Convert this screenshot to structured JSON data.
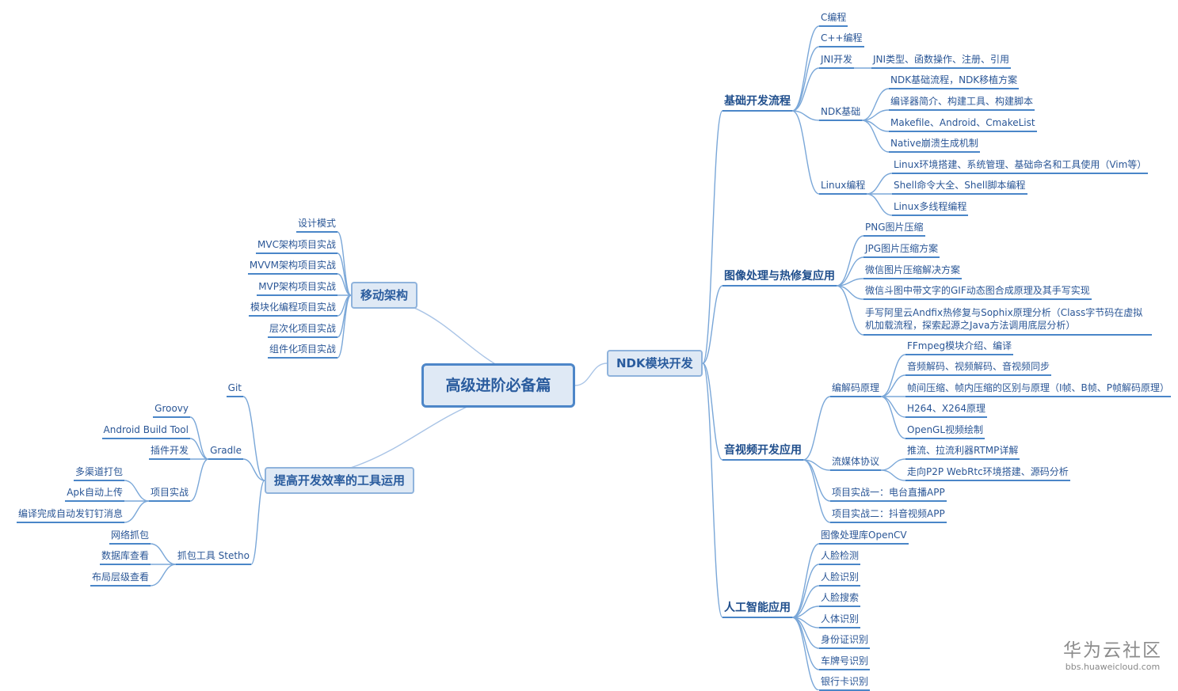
{
  "root": "高级进阶必备篇",
  "branches": {
    "ndk": {
      "label": "NDK模块开发",
      "basic": {
        "label": "基础开发流程",
        "items": [
          "C编程",
          "C++编程"
        ],
        "jni": {
          "label": "JNI开发",
          "child": "JNI类型、函数操作、注册、引用"
        },
        "ndk_basic": {
          "label": "NDK基础",
          "children": [
            "NDK基础流程，NDK移植方案",
            "编译器简介、构建工具、构建脚本",
            "Makefile、Android、CmakeList",
            "Native崩溃生成机制"
          ]
        },
        "linux": {
          "label": "Linux编程",
          "children": [
            "Linux环境搭建、系统管理、基础命名和工具使用（Vim等）",
            "Shell命令大全、Shell脚本编程",
            "Linux多线程编程"
          ]
        }
      },
      "image": {
        "label": "图像处理与热修复应用",
        "children": [
          "PNG图片压缩",
          "JPG图片压缩方案",
          "微信图片压缩解决方案",
          "微信斗图中带文字的GIF动态图合成原理及其手写实现",
          "手写阿里云Andfix热修复与Sophix原理分析（Class字节码在虚拟机加载流程，探索起源之Java方法调用底层分析）"
        ]
      },
      "av": {
        "label": "音视频开发应用",
        "codec": {
          "label": "编解码原理",
          "children": [
            "FFmpeg模块介绍、编译",
            "音频解码、视频解码、音视频同步",
            "帧间压缩、帧内压缩的区别与原理（I帧、B帧、P帧解码原理）",
            "H264、X264原理",
            "OpenGL视频绘制"
          ]
        },
        "stream": {
          "label": "流媒体协议",
          "children": [
            "推流、拉流利器RTMP详解",
            "走向P2P WebRtc环境搭建、源码分析"
          ]
        },
        "projects": [
          "项目实战一：电台直播APP",
          "项目实战二：抖音视频APP"
        ]
      },
      "ai": {
        "label": "人工智能应用",
        "children": [
          "图像处理库OpenCV",
          "人脸检测",
          "人脸识别",
          "人脸搜索",
          "人体识别",
          "身份证识别",
          "车牌号识别",
          "银行卡识别"
        ]
      }
    },
    "arch": {
      "label": "移动架构",
      "children": [
        "设计模式",
        "MVC架构项目实战",
        "MVVM架构项目实战",
        "MVP架构项目实战",
        "模块化编程项目实战",
        "层次化项目实战",
        "组件化项目实战"
      ]
    },
    "tools": {
      "label": "提高开发效率的工具运用",
      "git": "Git",
      "gradle": {
        "label": "Gradle",
        "items": [
          "Groovy",
          "Android Build Tool",
          "插件开发"
        ],
        "project": {
          "label": "项目实战",
          "children": [
            "多渠道打包",
            "Apk自动上传",
            "编译完成自动发钉钉消息"
          ]
        }
      },
      "stetho": {
        "label": "抓包工具 Stetho",
        "children": [
          "网络抓包",
          "数据库查看",
          "布局层级查看"
        ]
      }
    }
  },
  "watermark": {
    "title": "华为云社区",
    "url": "bbs.huaweicloud.com"
  }
}
